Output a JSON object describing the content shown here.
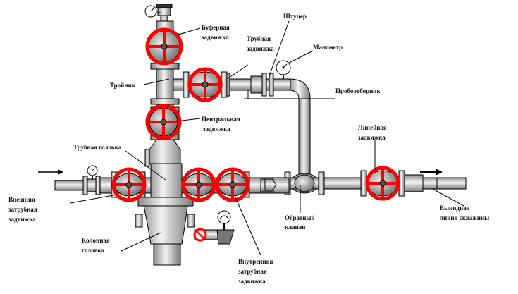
{
  "labels": {
    "bufernaya": "Буферная",
    "zadvizhka1": "задвижка",
    "trubnaya_top": "Трубная",
    "zadvizhka2": "задвижка",
    "shtutser": "Штуцер",
    "manometr": "Манометр",
    "troynik": "Тройник",
    "probootbornik": "Пробоотборник",
    "tsentralnaya": "Центральная",
    "zadvizhka3": "задвижка",
    "lineynaya": "Линейная",
    "zadvizhka4": "задвижка",
    "trubnaya_golovka": "Трубная головка",
    "vneshnyaya": "Внешняя",
    "zatrubnaya1": "затрубная",
    "zadvizhka5": "задвижка",
    "obratny": "Обратный",
    "klapan": "клапан",
    "vykidnaya": "Выкидная",
    "liniya": "линия скважины",
    "kolonnaya": "Колонная",
    "golovka": "головка",
    "vnutrennyaya": "Внутренняя",
    "zatrubnaya2": "затрубная",
    "zadvizhka6": "задвижка"
  },
  "colors": {
    "valve_wheel": "#ff0000",
    "steel_light": "#f2f2f2",
    "steel_dark": "#8c8c8c",
    "line": "#000000"
  }
}
